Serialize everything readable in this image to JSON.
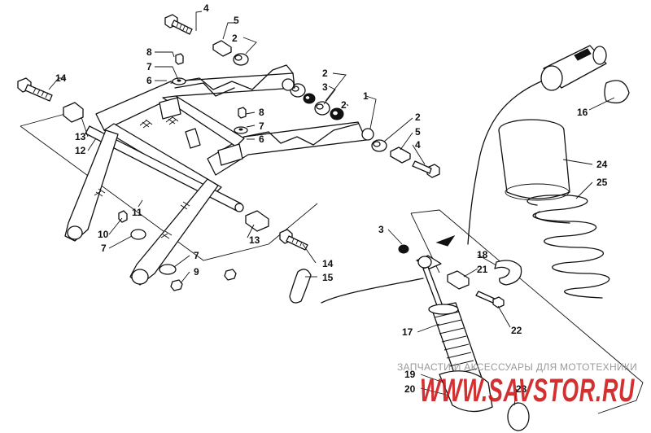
{
  "watermark": {
    "text": "ЗАПЧАСТИ И АКСЕССУАРЫ ДЛЯ МОТОТЕХНИКИ",
    "logo": "WWW.SAVSTOR.RU",
    "color": "#cc1414"
  },
  "callouts": [
    {
      "id": "c4a",
      "text": "4"
    },
    {
      "id": "c5a",
      "text": "5"
    },
    {
      "id": "c2a",
      "text": "2"
    },
    {
      "id": "c8a",
      "text": "8"
    },
    {
      "id": "c7a",
      "text": "7"
    },
    {
      "id": "c6a",
      "text": "6"
    },
    {
      "id": "c14a",
      "text": "14"
    },
    {
      "id": "c2b",
      "text": "2"
    },
    {
      "id": "c3a",
      "text": "3"
    },
    {
      "id": "c2c",
      "text": "2"
    },
    {
      "id": "c1",
      "text": "1"
    },
    {
      "id": "c8b",
      "text": "8"
    },
    {
      "id": "c7b",
      "text": "7"
    },
    {
      "id": "c6b",
      "text": "6"
    },
    {
      "id": "c13a",
      "text": "13"
    },
    {
      "id": "c12",
      "text": "12"
    },
    {
      "id": "c2d",
      "text": "2"
    },
    {
      "id": "c5b",
      "text": "5"
    },
    {
      "id": "c4b",
      "text": "4"
    },
    {
      "id": "c16",
      "text": "16"
    },
    {
      "id": "c24",
      "text": "24"
    },
    {
      "id": "c25",
      "text": "25"
    },
    {
      "id": "c11",
      "text": "11"
    },
    {
      "id": "c10",
      "text": "10"
    },
    {
      "id": "c7c",
      "text": "7"
    },
    {
      "id": "c13b",
      "text": "13"
    },
    {
      "id": "c3b",
      "text": "3"
    },
    {
      "id": "c14b",
      "text": "14"
    },
    {
      "id": "c7d",
      "text": "7"
    },
    {
      "id": "c9",
      "text": "9"
    },
    {
      "id": "c15",
      "text": "15"
    },
    {
      "id": "c18",
      "text": "18"
    },
    {
      "id": "c21",
      "text": "21"
    },
    {
      "id": "c22",
      "text": "22"
    },
    {
      "id": "c17",
      "text": "17"
    },
    {
      "id": "c19",
      "text": "19"
    },
    {
      "id": "c20",
      "text": "20"
    },
    {
      "id": "c23",
      "text": "23"
    }
  ]
}
